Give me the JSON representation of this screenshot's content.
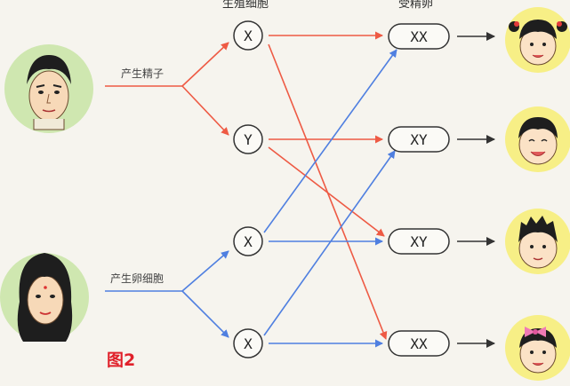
{
  "headers": {
    "gametes": "生殖细胞",
    "zygotes": "受精卵"
  },
  "edges": {
    "father": "产生精子",
    "mother": "产生卵细胞"
  },
  "sperm": [
    "X",
    "Y"
  ],
  "eggs": [
    "X",
    "X"
  ],
  "zygotes": [
    "XX",
    "XY",
    "XY",
    "XX"
  ],
  "figure_label": "图2",
  "colors": {
    "father_line": "#ee5a44",
    "mother_line": "#4f7fe0",
    "arrow": "#333333",
    "face_bg": "#f7ef86",
    "parent_bg": "#cfe7b0"
  }
}
